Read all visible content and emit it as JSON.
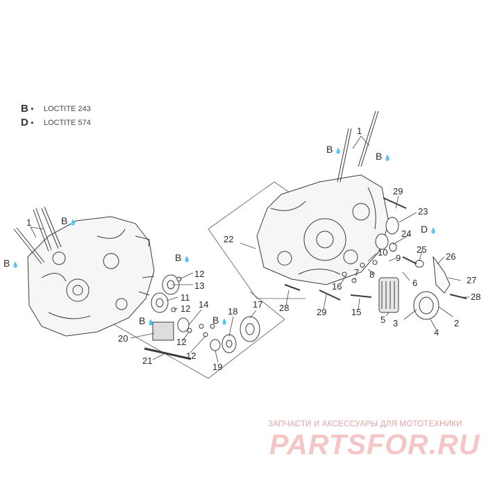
{
  "legend": [
    {
      "letter": "B",
      "icon": "drop-icon",
      "label": "LOCTITE 243"
    },
    {
      "letter": "D",
      "icon": "drop-icon",
      "label": "LOCTITE 574"
    }
  ],
  "adhesive_marks": [
    {
      "letter": "B"
    },
    {
      "letter": "B"
    },
    {
      "letter": "B"
    },
    {
      "letter": "B"
    },
    {
      "letter": "B"
    },
    {
      "letter": "B"
    },
    {
      "letter": "B"
    },
    {
      "letter": "D"
    }
  ],
  "callouts": [
    "1",
    "1",
    "12",
    "13",
    "11",
    "12",
    "14",
    "18",
    "17",
    "20",
    "12",
    "12",
    "21",
    "19",
    "29",
    "23",
    "22",
    "24",
    "10",
    "25",
    "26",
    "9",
    "6",
    "27",
    "8",
    "7",
    "16",
    "28",
    "29",
    "15",
    "5",
    "3",
    "2",
    "4",
    "28"
  ],
  "watermark": {
    "subtitle": "ЗАПЧАСТИ И АКСЕССУАРЫ ДЛЯ МОТОТЕХНИКИ",
    "brand": "PARTSFOR.RU"
  },
  "colors": {
    "line": "#3a3a3a",
    "watermark": "#f4c6c6"
  }
}
